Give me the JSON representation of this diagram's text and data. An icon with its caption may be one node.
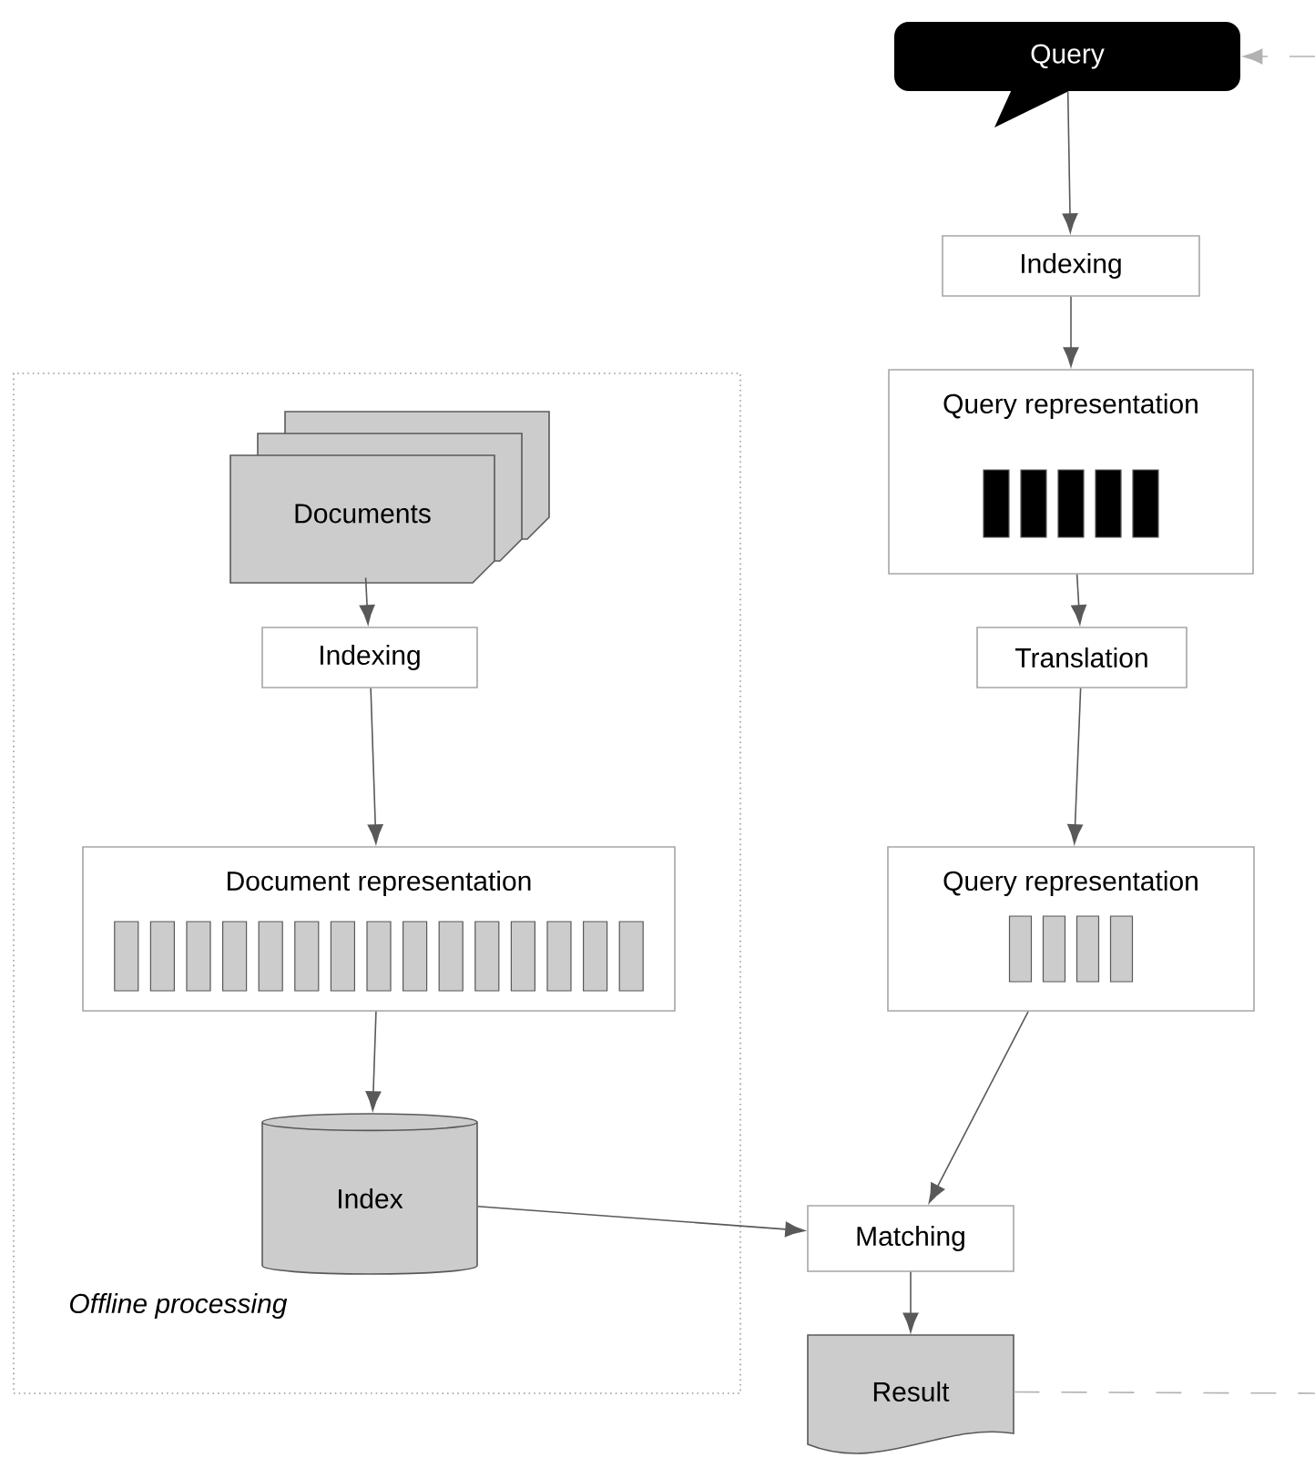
{
  "diagram": {
    "nodes": [
      {
        "text": [
          "Offline processing"
        ]
      },
      {
        "text": [
          "Documents"
        ],
        "in": 0
      },
      {
        "text": [
          "Indexing"
        ],
        "in": 0
      },
      {
        "text": [
          "Document representation"
        ],
        "in": 0
      },
      {
        "text": [
          "Index"
        ],
        "in": 0
      },
      {
        "text": [
          "Query"
        ]
      },
      {
        "text": [
          "Indexing"
        ]
      },
      {
        "text": [
          "Query representation"
        ]
      },
      {
        "text": [
          "Translation"
        ]
      },
      {
        "text": [
          "Query representation"
        ]
      },
      {
        "text": [
          "Matching"
        ]
      },
      {
        "text": [
          "Result"
        ]
      }
    ],
    "edges": [
      {
        "from": 1,
        "to": 2,
        "arrow": "to"
      },
      {
        "from": 2,
        "to": 3,
        "arrow": "to"
      },
      {
        "from": 3,
        "to": 4,
        "arrow": "to"
      },
      {
        "from": 4,
        "to": 10,
        "arrow": "to"
      },
      {
        "from": null,
        "to": 5,
        "arrow": "to",
        "style": "dashed"
      },
      {
        "from": 5,
        "to": 6,
        "arrow": "to"
      },
      {
        "from": 6,
        "to": 7,
        "arrow": "to"
      },
      {
        "from": 7,
        "to": 8,
        "arrow": "to"
      },
      {
        "from": 8,
        "to": 9,
        "arrow": "to"
      },
      {
        "from": 9,
        "to": 10,
        "arrow": "to"
      },
      {
        "from": 10,
        "to": 11,
        "arrow": "to"
      },
      {
        "from": 11,
        "to": null,
        "arrow": "none",
        "style": "dashed"
      }
    ]
  }
}
